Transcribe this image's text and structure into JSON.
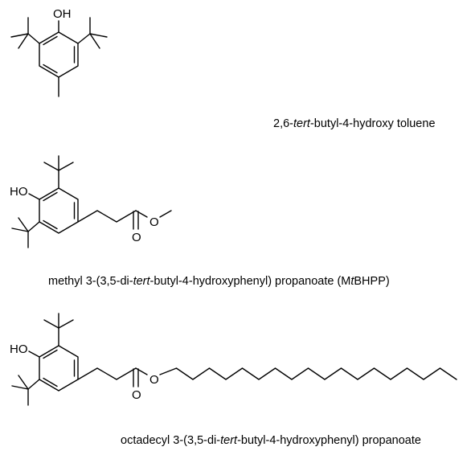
{
  "molecules": [
    {
      "atoms": {
        "hydroxyl": "OH"
      },
      "caption": {
        "pre": "2,6-",
        "italic": "tert",
        "post": "-butyl-4-hydroxy toluene"
      }
    },
    {
      "atoms": {
        "hydroxyl": "HO",
        "ester_o": "O",
        "carbonyl_o": "O"
      },
      "caption": {
        "pre": "methyl 3-(3,5-di-",
        "italic": "tert",
        "mid": "-butyl-4-hydroxyphenyl) propanoate (M",
        "italic2": "t",
        "post": "BHPP)"
      }
    },
    {
      "atoms": {
        "hydroxyl": "HO",
        "ester_o": "O",
        "carbonyl_o": "O"
      },
      "caption": {
        "pre": "octadecyl 3-(3,5-di-",
        "italic": "tert",
        "post": "-butyl-4-hydroxyphenyl) propanoate"
      }
    }
  ]
}
